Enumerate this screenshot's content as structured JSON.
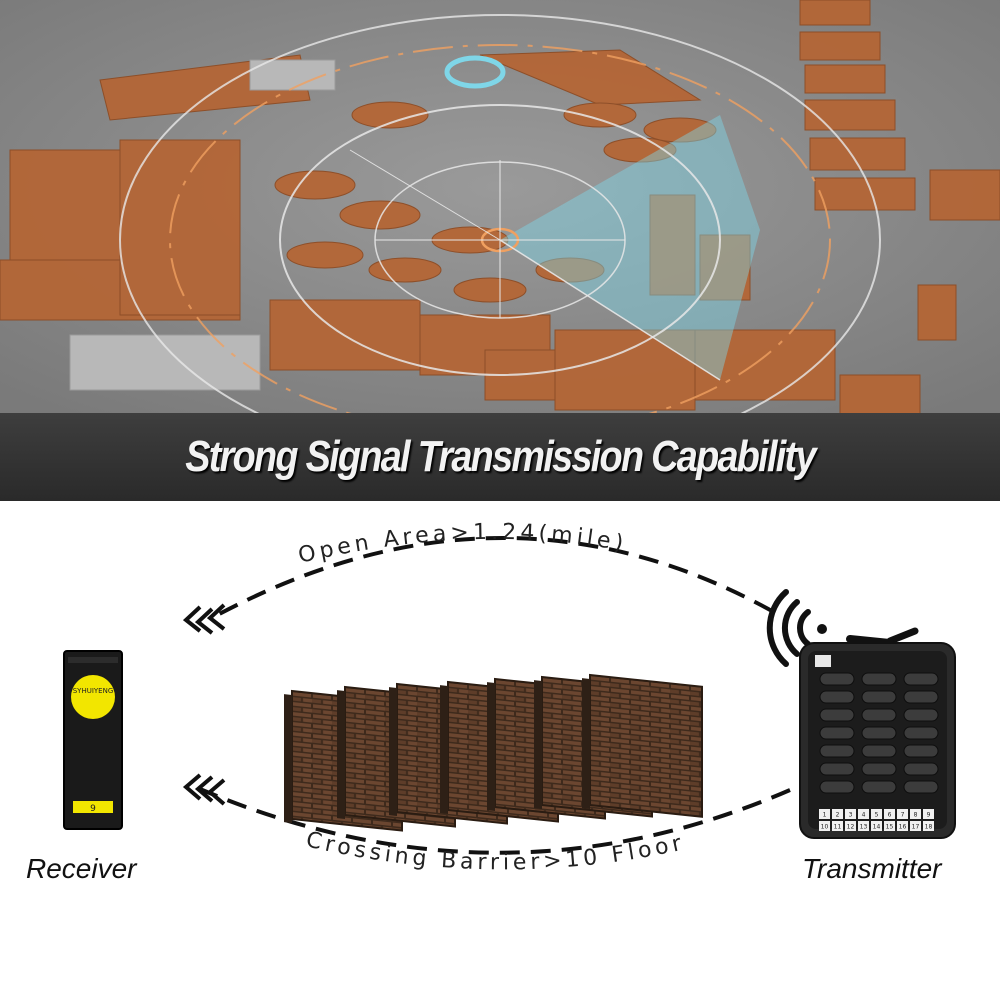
{
  "banner": {
    "title": "Strong Signal Transmission Capability"
  },
  "diagram": {
    "top_arc_label": "Open Area>1.24(mile)",
    "bottom_arc_label": "Crossing Barrier>10  Floor",
    "receiver_label": "Receiver",
    "transmitter_label": "Transmitter",
    "receiver_brand": "SYHUIYENG",
    "receiver_number": "9",
    "transmitter_keys": [
      "1",
      "2",
      "3",
      "4",
      "5",
      "6",
      "7",
      "8",
      "9",
      "10",
      "11",
      "12",
      "13",
      "14",
      "15",
      "16",
      "17",
      "18"
    ]
  },
  "colors": {
    "map_background": "#8c8c8c",
    "building_orange": "#b46636",
    "radar_cyan": "#7fd6e8",
    "banner_background": "#333333",
    "brick": "#5a3a26",
    "receiver_yellow": "#f2e600"
  },
  "icons": [
    "radar-ring-icon",
    "arrowhead-left-icon",
    "wifi-signal-icon",
    "brick-wall-icon"
  ]
}
